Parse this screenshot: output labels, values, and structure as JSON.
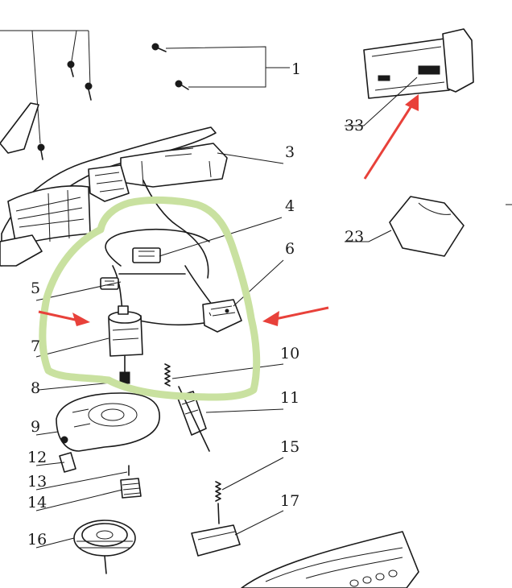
{
  "colors": {
    "annotation_circle": "#c9e1a0",
    "annotation_arrow": "#e8413a",
    "ink": "#1a1a1a"
  },
  "callouts": [
    {
      "id": "1",
      "text": "1"
    },
    {
      "id": "3",
      "text": "3"
    },
    {
      "id": "4",
      "text": "4"
    },
    {
      "id": "5",
      "text": "5"
    },
    {
      "id": "6",
      "text": "6"
    },
    {
      "id": "7",
      "text": "7"
    },
    {
      "id": "8",
      "text": "8"
    },
    {
      "id": "9",
      "text": "9"
    },
    {
      "id": "10",
      "text": "10"
    },
    {
      "id": "11",
      "text": "11"
    },
    {
      "id": "12",
      "text": "12"
    },
    {
      "id": "13",
      "text": "13"
    },
    {
      "id": "14",
      "text": "14"
    },
    {
      "id": "15",
      "text": "15"
    },
    {
      "id": "16",
      "text": "16"
    },
    {
      "id": "17",
      "text": "17"
    },
    {
      "id": "23",
      "text": "23"
    },
    {
      "id": "33",
      "text": "33"
    }
  ]
}
